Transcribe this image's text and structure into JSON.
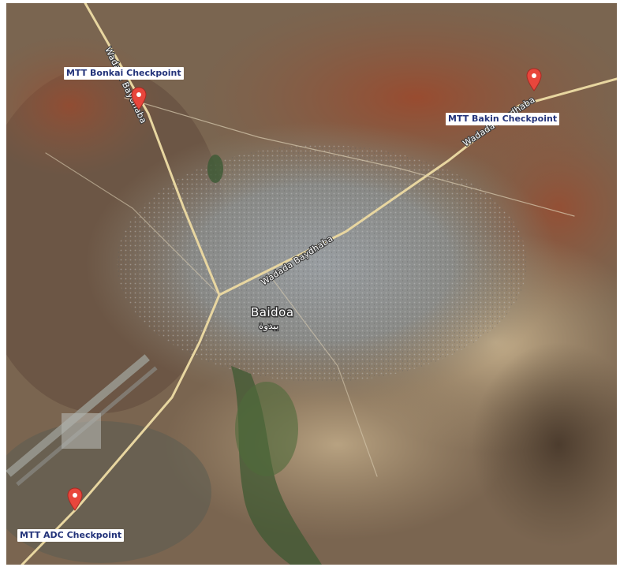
{
  "city": {
    "name": "Baidoa",
    "name_ar": "بيدوة"
  },
  "roads": {
    "north": "Wadada Baydhaba",
    "east_upper": "Wadada Baydhaba",
    "central": "Wadada Baydhaba"
  },
  "checkpoints": [
    {
      "label": "MTT Bonkai Checkpoint"
    },
    {
      "label": "MTT Bakin Checkpoint"
    },
    {
      "label": "MTT ADC Checkpoint"
    }
  ],
  "colors": {
    "pin_red": "#e8463c",
    "label_text": "#23337a",
    "road": "#e8d6a0"
  },
  "icons": {
    "marker": "map-pin-icon"
  }
}
